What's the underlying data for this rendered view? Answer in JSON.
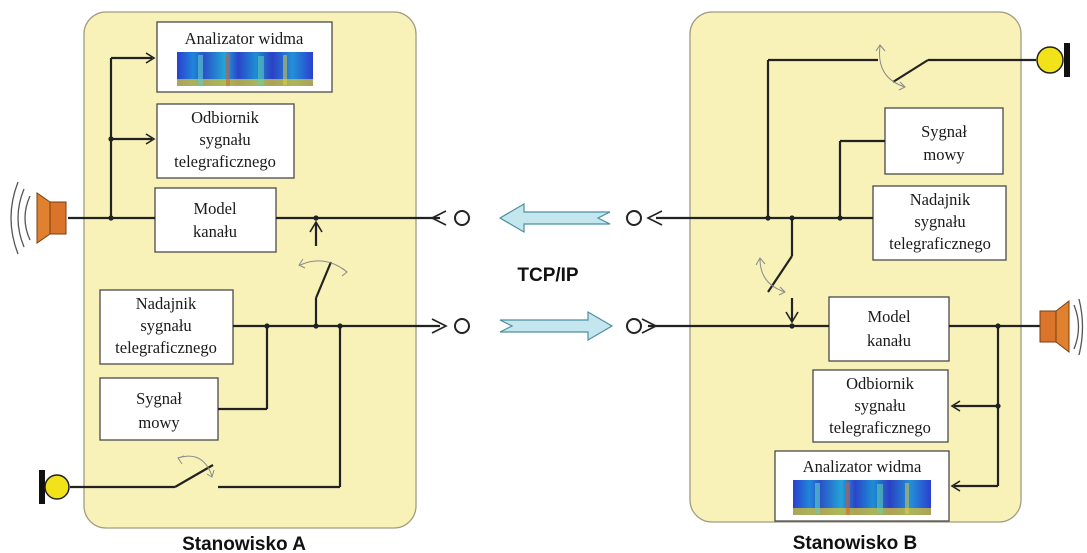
{
  "station_a": {
    "title": "Stanowisko A",
    "analyzer": "Analizator widma",
    "receiver": [
      "Odbiornik",
      "sygnału",
      "telegraficznego"
    ],
    "channel_model": [
      "Model",
      "kanału"
    ],
    "transmitter": [
      "Nadajnik",
      "sygnału",
      "telegraficznego"
    ],
    "speech": [
      "Sygnał",
      "mowy"
    ]
  },
  "station_b": {
    "title": "Stanowisko B",
    "speech": [
      "Sygnał",
      "mowy"
    ],
    "transmitter": [
      "Nadajnik",
      "sygnału",
      "telegraficznego"
    ],
    "channel_model": [
      "Model",
      "kanału"
    ],
    "receiver": [
      "Odbiornik",
      "sygnału",
      "telegraficznego"
    ],
    "analyzer": "Analizator widma"
  },
  "link": {
    "label": "TCP/IP"
  },
  "colors": {
    "panel": "#f8f2b9",
    "speaker": "#d9742a",
    "microphone": "#f2e21a",
    "link_arrow": "#c4e6ee"
  }
}
